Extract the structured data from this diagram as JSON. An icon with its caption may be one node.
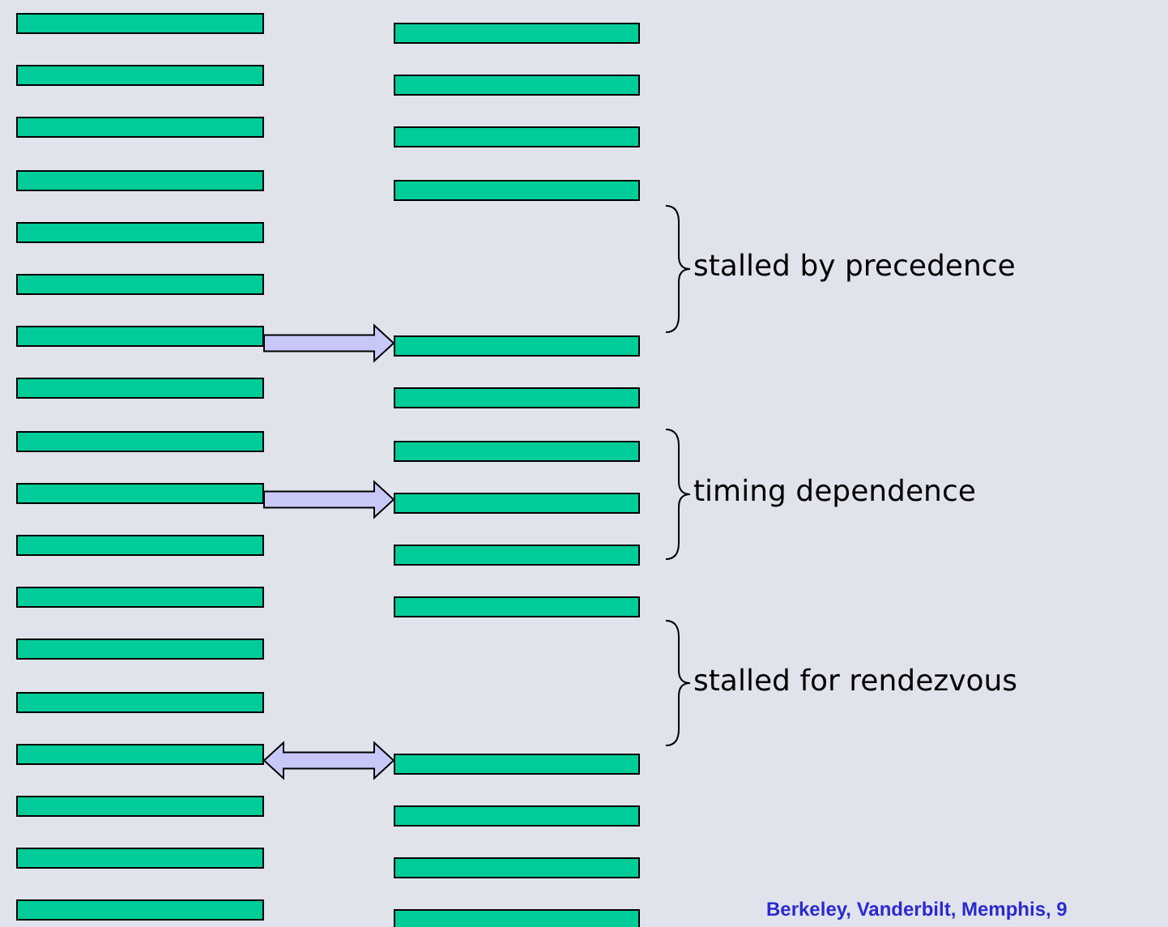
{
  "diagram": {
    "nodes": [
      {
        "text": [],
        "shape": "bar"
      },
      {
        "text": [],
        "shape": "bar"
      },
      {
        "text": [],
        "shape": "bar"
      },
      {
        "text": [],
        "shape": "bar"
      },
      {
        "text": [],
        "shape": "bar"
      },
      {
        "text": [],
        "shape": "bar"
      },
      {
        "text": [],
        "shape": "bar"
      },
      {
        "text": [],
        "shape": "bar"
      },
      {
        "text": [],
        "shape": "bar"
      },
      {
        "text": [],
        "shape": "bar"
      },
      {
        "text": [],
        "shape": "bar"
      },
      {
        "text": [],
        "shape": "bar"
      },
      {
        "text": [],
        "shape": "bar"
      },
      {
        "text": [],
        "shape": "bar"
      },
      {
        "text": [],
        "shape": "bar"
      },
      {
        "text": [],
        "shape": "bar"
      },
      {
        "text": [],
        "shape": "bar"
      },
      {
        "text": [],
        "shape": "bar"
      },
      {
        "text": [],
        "shape": "bar"
      },
      {
        "text": [],
        "shape": "bar"
      },
      {
        "text": [],
        "shape": "bar"
      },
      {
        "text": [],
        "shape": "bar"
      },
      {
        "text": [],
        "shape": "bar"
      },
      {
        "text": [],
        "shape": "bar"
      },
      {
        "text": [],
        "shape": "bar"
      },
      {
        "text": [],
        "shape": "bar"
      },
      {
        "text": [],
        "shape": "bar"
      },
      {
        "text": [],
        "shape": "bar"
      },
      {
        "text": [],
        "shape": "bar"
      },
      {
        "text": [],
        "shape": "bar"
      },
      {
        "text": [],
        "shape": "bar"
      },
      {
        "text": [],
        "shape": "bar"
      }
    ],
    "edges": [
      {
        "from": 6,
        "to": 22,
        "arrow": "to",
        "style": "thick"
      },
      {
        "from": 9,
        "to": 25,
        "arrow": "to",
        "style": "thick"
      },
      {
        "from": 14,
        "to": 28,
        "arrow": "both",
        "style": "thick"
      }
    ],
    "labels": [
      "stalled by precedence",
      "timing dependence",
      "stalled for rendezvous",
      "Berkeley, Vanderbilt, Memphis, 9"
    ]
  }
}
